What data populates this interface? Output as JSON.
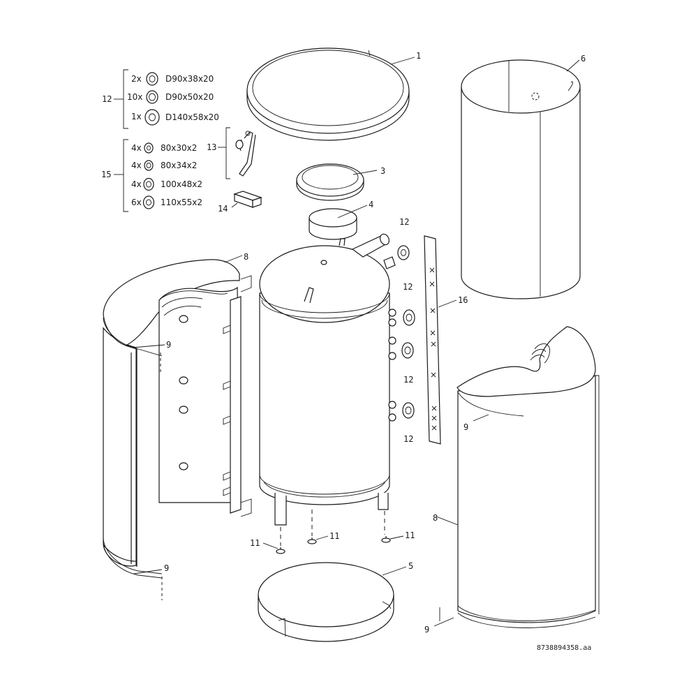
{
  "parts": [
    {
      "label": "1"
    },
    {
      "label": "3"
    },
    {
      "label": "4"
    },
    {
      "label": "5"
    },
    {
      "label": "6"
    },
    {
      "label": "8"
    },
    {
      "label": "8"
    },
    {
      "label": "9"
    },
    {
      "label": "9"
    },
    {
      "label": "9"
    },
    {
      "label": "9"
    },
    {
      "label": "11"
    },
    {
      "label": "11"
    },
    {
      "label": "11"
    },
    {
      "label": "12"
    },
    {
      "label": "12"
    },
    {
      "label": "12"
    },
    {
      "label": "12"
    },
    {
      "label": "12"
    },
    {
      "label": "13"
    },
    {
      "label": "14"
    },
    {
      "label": "15"
    },
    {
      "label": "16"
    }
  ],
  "gasket_set_12": [
    {
      "qty": "2x",
      "size": "D90x38x20"
    },
    {
      "qty": "10x",
      "size": "D90x50x20"
    },
    {
      "qty": "1x",
      "size": "D140x58x20"
    }
  ],
  "washer_set_15": [
    {
      "qty": "4x",
      "size": "80x30x2"
    },
    {
      "qty": "4x",
      "size": "80x34x2"
    },
    {
      "qty": "4x",
      "size": "100x48x2"
    },
    {
      "qty": "6x",
      "size": "110x55x2"
    }
  ],
  "drawing_number": "8738894358.aa"
}
